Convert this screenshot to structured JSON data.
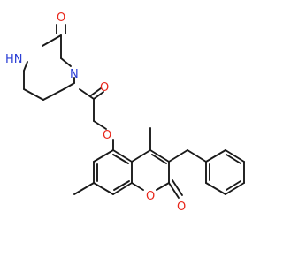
{
  "molecule": {
    "atoms": {
      "piperazine_nh": "HN",
      "piperazine_c_o": "O",
      "piperazine_n": "N",
      "amide_o": "O",
      "ether_o": "O",
      "ring_o": "O",
      "lactone_o": "O"
    },
    "colors": {
      "bond": "#1a1a1a",
      "oxygen": "#e8261a",
      "nitrogen": "#2b3fd6"
    }
  }
}
